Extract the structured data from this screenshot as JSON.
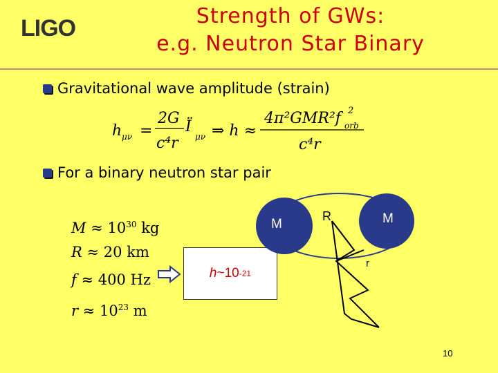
{
  "logo": {
    "text": "LIGO"
  },
  "title": {
    "line1": "Strength of GWs:",
    "line2": "e.g. Neutron Star Binary"
  },
  "bullets": [
    "Gravitational wave amplitude (strain)",
    "For a binary neutron star pair"
  ],
  "formula": {
    "lhs": "h",
    "lhs_sub": "μν",
    "coef_num": "2G",
    "coef_den": "c⁴r",
    "tensor_glyph": "Ï",
    "tensor_sub": "μν",
    "implies": "⇒ h ≈",
    "rhs_num": "4π²GMR²f",
    "rhs_num_sup": "2",
    "rhs_num_sub": "orb",
    "rhs_den": "c⁴r"
  },
  "params": [
    {
      "sym": "M",
      "rel": "≈",
      "value": "10",
      "sup": "30",
      "unit": "kg"
    },
    {
      "sym": "R",
      "rel": "≈",
      "value": "20",
      "sup": "",
      "unit": "km"
    },
    {
      "sym": "f",
      "rel": "≈",
      "value": "400",
      "sup": "",
      "unit": "Hz"
    },
    {
      "sym": "r",
      "rel": "≈",
      "value": "10",
      "sup": "23",
      "unit": "m"
    }
  ],
  "result": {
    "prefix": "h",
    "approx": " ~10",
    "exp": "-21"
  },
  "diagram": {
    "star_left_label": "M",
    "star_right_label": "M",
    "sep_label": "R",
    "dist_label": "r",
    "star_color": "#2a3a8a"
  },
  "page": {
    "number": "10"
  }
}
